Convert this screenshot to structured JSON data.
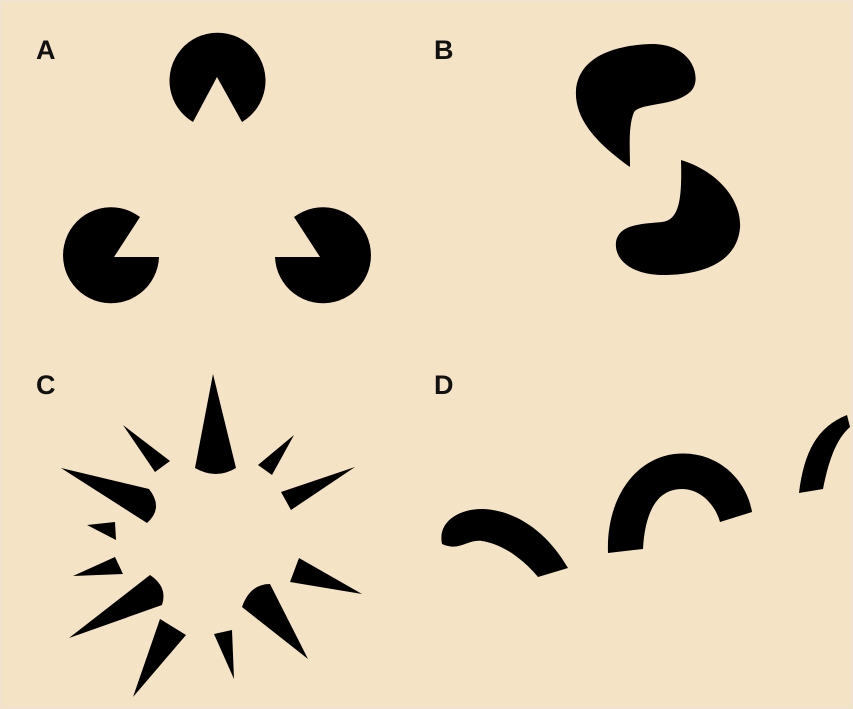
{
  "figure": {
    "background_color": "#f5e3c5",
    "shape_color": "#000000",
    "panels": [
      {
        "label": "A",
        "content": "kanizsa-triangle"
      },
      {
        "label": "B",
        "content": "curved-blob-pair"
      },
      {
        "label": "C",
        "content": "illusory-circle-spikes"
      },
      {
        "label": "D",
        "content": "illusory-wave-arcs"
      }
    ]
  }
}
